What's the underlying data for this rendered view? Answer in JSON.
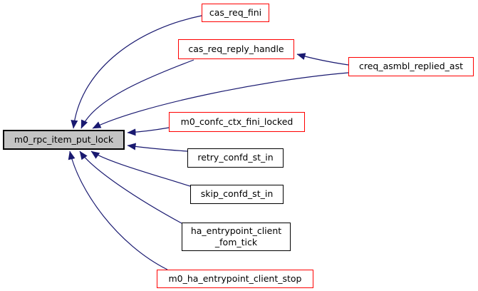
{
  "graph": {
    "title": "caller graph of m0_rpc_item_put_lock",
    "focus_node": "m0_rpc_item_put_lock",
    "colors": {
      "edge": "#191970",
      "focus_fill": "#c4c4c4",
      "focus_border": "#000000",
      "flagged_border": "#ff0000",
      "normal_border": "#000000",
      "node_fill": "#ffffff",
      "background": "#ffffff"
    },
    "nodes": [
      {
        "id": "m0_rpc_item_put_lock",
        "label": "m0_rpc_item_put_lock",
        "role": "focus",
        "border": "#000000",
        "fill": "#c4c4c4"
      },
      {
        "id": "cas_req_fini",
        "label": "cas_req_fini",
        "role": "caller",
        "border": "#ff0000",
        "fill": "#ffffff"
      },
      {
        "id": "cas_req_reply_handle",
        "label": "cas_req_reply_handle",
        "role": "caller",
        "border": "#ff0000",
        "fill": "#ffffff"
      },
      {
        "id": "creq_asmbl_replied_ast",
        "label": "creq_asmbl_replied_ast",
        "role": "caller",
        "border": "#ff0000",
        "fill": "#ffffff"
      },
      {
        "id": "m0_confc_ctx_fini_locked",
        "label": "m0_confc_ctx_fini_locked",
        "role": "caller",
        "border": "#ff0000",
        "fill": "#ffffff"
      },
      {
        "id": "retry_confd_st_in",
        "label": "retry_confd_st_in",
        "role": "caller",
        "border": "#000000",
        "fill": "#ffffff"
      },
      {
        "id": "skip_confd_st_in",
        "label": "skip_confd_st_in",
        "role": "caller",
        "border": "#000000",
        "fill": "#ffffff"
      },
      {
        "id": "ha_entrypoint_client_fom_tick",
        "label": "ha_entrypoint_client\n_fom_tick",
        "role": "caller",
        "border": "#000000",
        "fill": "#ffffff"
      },
      {
        "id": "m0_ha_entrypoint_client_stop",
        "label": "m0_ha_entrypoint_client_stop",
        "role": "caller",
        "border": "#ff0000",
        "fill": "#ffffff"
      }
    ],
    "edges": [
      {
        "from": "cas_req_fini",
        "to": "m0_rpc_item_put_lock"
      },
      {
        "from": "cas_req_reply_handle",
        "to": "m0_rpc_item_put_lock"
      },
      {
        "from": "creq_asmbl_replied_ast",
        "to": "m0_rpc_item_put_lock"
      },
      {
        "from": "creq_asmbl_replied_ast",
        "to": "cas_req_reply_handle"
      },
      {
        "from": "m0_confc_ctx_fini_locked",
        "to": "m0_rpc_item_put_lock"
      },
      {
        "from": "retry_confd_st_in",
        "to": "m0_rpc_item_put_lock"
      },
      {
        "from": "skip_confd_st_in",
        "to": "m0_rpc_item_put_lock"
      },
      {
        "from": "ha_entrypoint_client_fom_tick",
        "to": "m0_rpc_item_put_lock"
      },
      {
        "from": "m0_ha_entrypoint_client_stop",
        "to": "m0_rpc_item_put_lock"
      }
    ]
  }
}
